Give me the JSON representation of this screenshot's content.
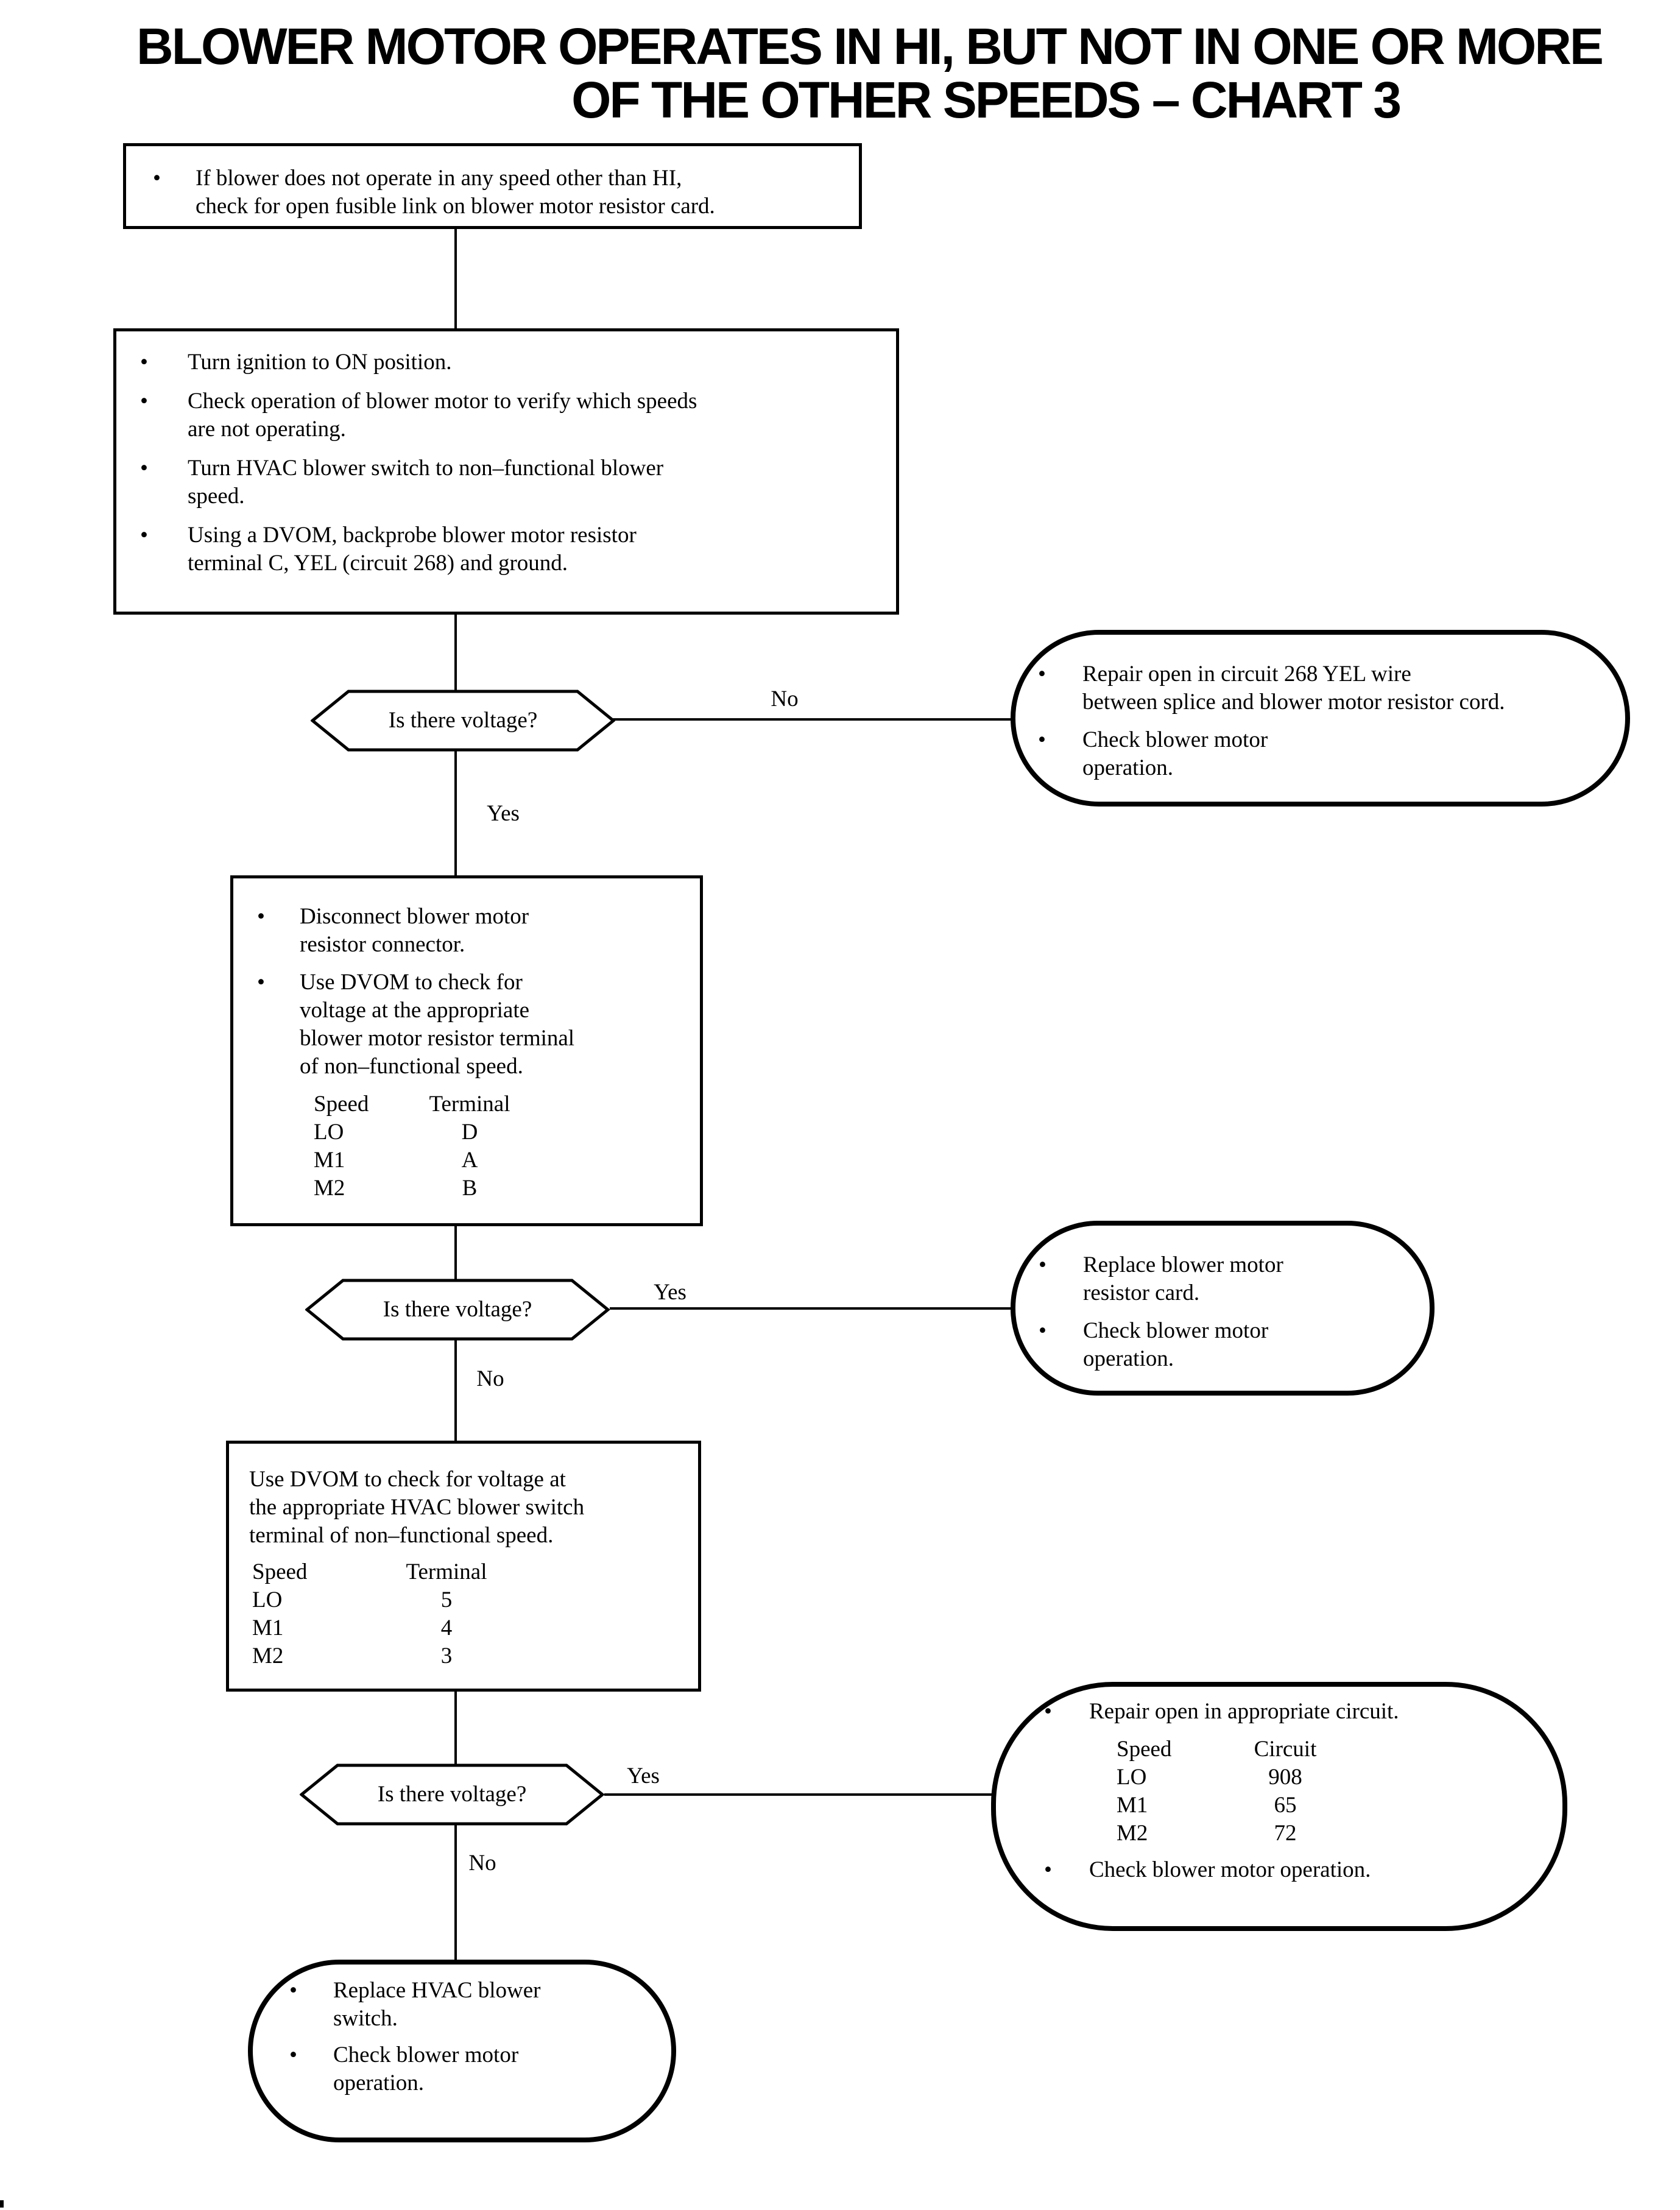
{
  "glyphs": {
    "bullet": "•"
  },
  "title": {
    "line1": "BLOWER MOTOR OPERATES IN HI, BUT NOT IN ONE OR MORE",
    "line2": "OF THE OTHER SPEEDS – CHART 3"
  },
  "nodes": {
    "start": {
      "item1": "If blower does not operate in any speed other than HI,\ncheck for open fusible link on blower motor resistor card."
    },
    "steps": {
      "item1": "Turn ignition to ON position.",
      "item2": "Check operation of blower motor to verify which speeds\nare not operating.",
      "item3": "Turn HVAC blower switch to non–functional blower\nspeed.",
      "item4": "Using a DVOM, backprobe blower motor resistor\nterminal C, YEL (circuit 268) and ground."
    },
    "decision1": {
      "question": "Is there voltage?"
    },
    "repair_yel": {
      "item1": "Repair open in circuit 268 YEL wire\nbetween splice and blower motor resistor cord.",
      "item2": "Check blower motor\noperation."
    },
    "resistor_check": {
      "item1": "Disconnect blower motor\nresistor connector.",
      "item2": "Use DVOM to check for\nvoltage at the appropriate\nblower motor resistor terminal\nof non–functional speed.",
      "table": {
        "col1_header": "Speed",
        "col2_header": "Terminal",
        "rows": [
          {
            "speed": "LO",
            "value": "D"
          },
          {
            "speed": "M1",
            "value": "A"
          },
          {
            "speed": "M2",
            "value": "B"
          }
        ]
      }
    },
    "decision2": {
      "question": "Is there voltage?"
    },
    "replace_resistor": {
      "item1": "Replace blower motor\nresistor card.",
      "item2": "Check blower motor\noperation."
    },
    "switch_check": {
      "text": "Use DVOM to check for voltage at\nthe appropriate HVAC blower switch\nterminal of non–functional speed.",
      "table": {
        "col1_header": "Speed",
        "col2_header": "Terminal",
        "rows": [
          {
            "speed": "LO",
            "value": "5"
          },
          {
            "speed": "M1",
            "value": "4"
          },
          {
            "speed": "M2",
            "value": "3"
          }
        ]
      }
    },
    "decision3": {
      "question": "Is there voltage?"
    },
    "repair_open": {
      "item1": "Repair open in appropriate circuit.",
      "table": {
        "col1_header": "Speed",
        "col2_header": "Circuit",
        "rows": [
          {
            "speed": "LO",
            "value": "908"
          },
          {
            "speed": "M1",
            "value": "65"
          },
          {
            "speed": "M2",
            "value": "72"
          }
        ]
      },
      "item2": "Check blower motor operation."
    },
    "replace_switch": {
      "item1": "Replace HVAC blower\nswitch.",
      "item2": "Check blower motor\noperation."
    }
  },
  "edges": {
    "decision1_no": "No",
    "decision1_yes": "Yes",
    "decision2_yes": "Yes",
    "decision2_no": "No",
    "decision3_yes": "Yes",
    "decision3_no": "No"
  }
}
